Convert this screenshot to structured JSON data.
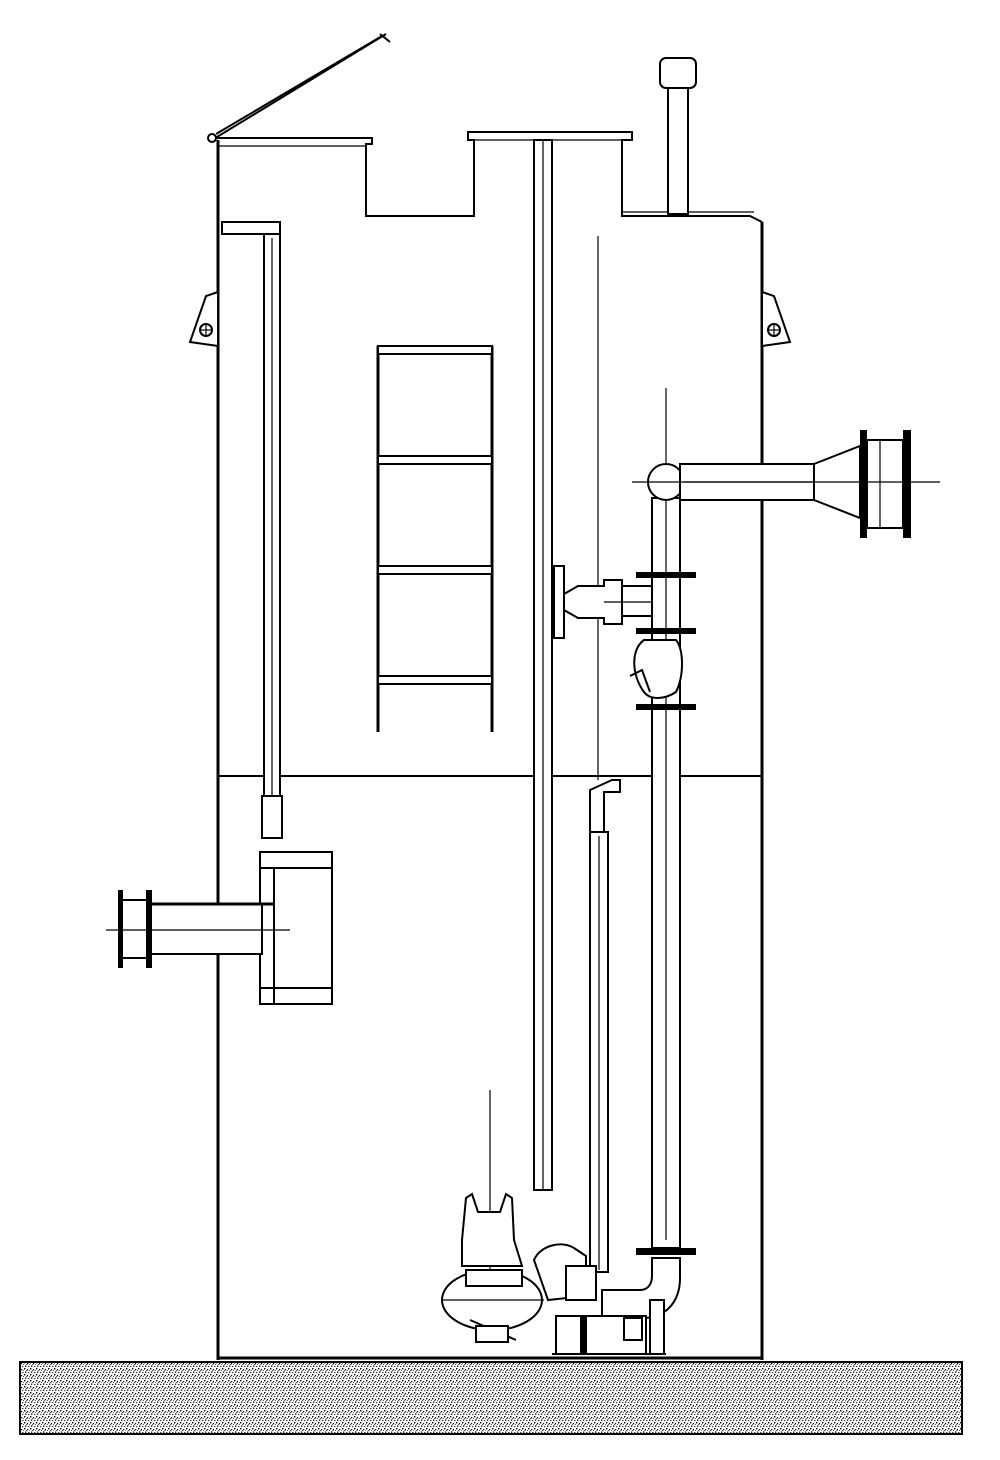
{
  "drawing": {
    "colors": {
      "line": "#000000",
      "background": "#ffffff",
      "ground": "#000000"
    },
    "components": [
      "tank",
      "hinged-lid",
      "access-ladder",
      "guide-rail",
      "level-float-pipe",
      "vent-pipe",
      "lifting-lugs",
      "inlet-pipe",
      "discharge-pipe",
      "check-valve",
      "gate-valve",
      "submersible-pump",
      "ground-slab"
    ]
  }
}
